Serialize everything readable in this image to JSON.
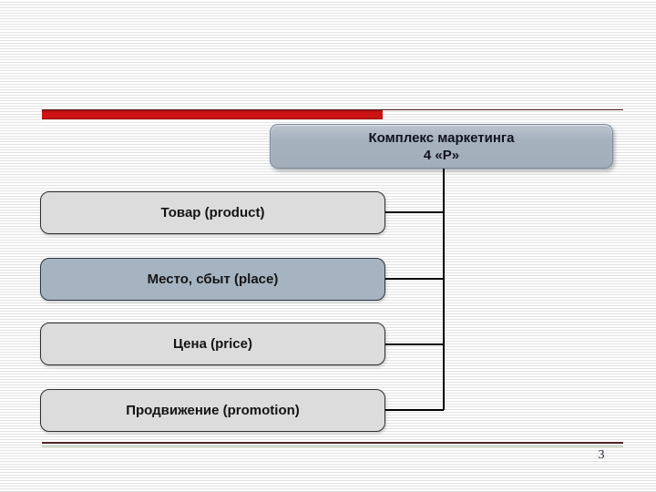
{
  "slide": {
    "page_number": "3",
    "accent_colors": {
      "bar_red": "#cd1313",
      "top_rule": "#5a2323",
      "bottom_rule_maroon": "#4e2424",
      "bottom_rule_green": "#cfd8c9",
      "title_box_fill": "#a6b1be",
      "highlight_box_fill": "#a6b3c0",
      "plain_box_fill": "#dcdcdc"
    }
  },
  "diagram": {
    "root": {
      "line1": "Комплекс маркетинга",
      "line2": "4 «P»"
    },
    "boxes": [
      {
        "label": "Товар (product)"
      },
      {
        "label": "Место, сбыт (place)"
      },
      {
        "label": "Цена (price)"
      },
      {
        "label": "Продвижение (promotion)"
      }
    ]
  }
}
